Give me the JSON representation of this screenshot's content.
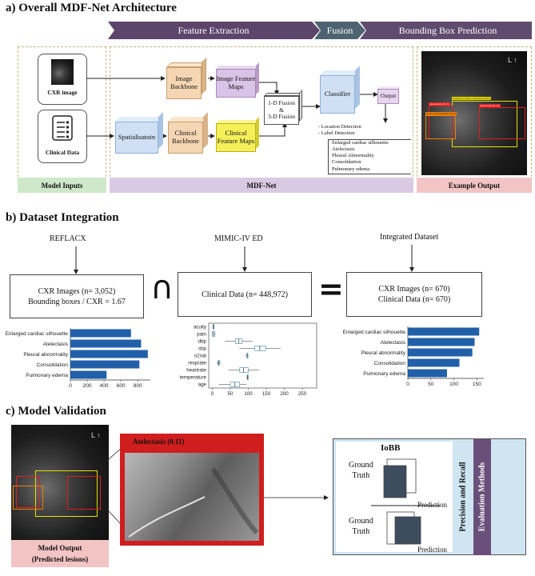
{
  "sections": {
    "a_title": "a) Overall MDF-Net Architecture",
    "b_title": "b) Dataset Integration",
    "c_title": "c) Model Validation"
  },
  "stages": [
    "Feature Extraction",
    "Fusion",
    "Bounding Box Prediction"
  ],
  "colors": {
    "stage_feature": "#5c456b",
    "stage_fusion": "#4d6371",
    "stage_bbox": "#5f4b6e",
    "model_inputs_footer": "#cfe8c9",
    "mdfnet_footer": "#d9c9e2",
    "example_output_footer": "#f3c4c4",
    "bar_color": "#2160a8",
    "validation_panel": "#cfe6f2",
    "evaluation_side": "#6a4f7a"
  },
  "panel_a": {
    "inputs": {
      "cxr_label": "CXR image",
      "clinical_label": "Clinical Data",
      "footer": "Model Inputs"
    },
    "mdfnet": {
      "image_backbone": "Image Backbone",
      "image_feature_maps": "Image Feature Maps",
      "spatialisation": "Spatialisatoin",
      "clinical_backbone": "Clinical Backbone",
      "clinical_feature_maps": "Clinical Feature Maps",
      "fusion_line1": "1-D Fusion",
      "fusion_line2": "&",
      "fusion_line3": "3-D Fusion",
      "classifier": "Classifier",
      "output": "Output",
      "detection_items": [
        "- Location Detection",
        "- Label Detection"
      ],
      "labels": [
        "Enlarged cardiac silhouette",
        "Atelectasis",
        "Pleural Abnormality",
        "Consolidation",
        "Pulmonary edema"
      ],
      "footer": "MDF-Net"
    },
    "example": {
      "footer": "Example Output",
      "box_labels": [
        "Enlarged cardiac silhouette (0.61)",
        "Atelectasis (0.11)",
        "Pleural abnormality (0.11)",
        "Atelectasis (0.11)"
      ]
    }
  },
  "panel_b": {
    "sources": {
      "reflacx": "REFLACX",
      "mimic": "MIMIC-IV ED",
      "integrated": "Integrated Dataset"
    },
    "reflacx_box": [
      "CXR Images (n= 3,052)",
      "Bounding boxes / CXR = 1.67"
    ],
    "mimic_box": [
      "Clinical Data (n= 448,972)"
    ],
    "integrated_box": [
      "CXR Images (n= 670)",
      "Clinical Data (n= 670)"
    ],
    "intersect_symbol": "∩",
    "equals_symbol": "="
  },
  "chart_data": [
    {
      "type": "bar",
      "orientation": "horizontal",
      "categories": [
        "Enlarged cardiac silhouette",
        "Atelectasis",
        "Pleural abnormality",
        "Consolidation",
        "Pulmonary edema"
      ],
      "values": [
        720,
        840,
        920,
        820,
        430
      ],
      "xlim": [
        0,
        950
      ],
      "xticks": [
        0,
        200,
        400,
        600,
        800
      ]
    },
    {
      "type": "box",
      "orientation": "horizontal",
      "categories": [
        "acuity",
        "pain",
        "dbp",
        "sbp",
        "o2sat",
        "resprate",
        "heartrate",
        "temperature",
        "age"
      ],
      "boxes": [
        {
          "q1": 2,
          "med": 3,
          "q3": 3,
          "lo": 1,
          "hi": 5
        },
        {
          "q1": 0,
          "med": 3,
          "q3": 7,
          "lo": 0,
          "hi": 10
        },
        {
          "q1": 64,
          "med": 73,
          "q3": 83,
          "lo": 35,
          "hi": 112
        },
        {
          "q1": 118,
          "med": 132,
          "q3": 148,
          "lo": 75,
          "hi": 190
        },
        {
          "q1": 95,
          "med": 98,
          "q3": 99,
          "lo": 91,
          "hi": 100
        },
        {
          "q1": 16,
          "med": 18,
          "q3": 20,
          "lo": 12,
          "hi": 24
        },
        {
          "q1": 76,
          "med": 87,
          "q3": 100,
          "lo": 45,
          "hi": 130
        },
        {
          "q1": 97,
          "med": 98,
          "q3": 99,
          "lo": 95,
          "hi": 101
        },
        {
          "q1": 50,
          "med": 63,
          "q3": 76,
          "lo": 18,
          "hi": 95
        }
      ],
      "xlim": [
        -10,
        290
      ],
      "xticks": [
        0,
        50,
        100,
        150,
        200,
        250
      ]
    },
    {
      "type": "bar",
      "orientation": "horizontal",
      "categories": [
        "Enlarged cardiac silhouette",
        "Atelectasis",
        "Pleural abnormality",
        "Consolidation",
        "Pulmonary edema"
      ],
      "values": [
        155,
        145,
        140,
        112,
        85
      ],
      "xlim": [
        0,
        165
      ],
      "xticks": [
        0,
        50,
        100,
        150
      ]
    }
  ],
  "panel_c": {
    "zoom_label": "Atelectasis (0.11)",
    "footer_line1": "Model Output",
    "footer_line2": "(Predicted lesions)",
    "iobb": "IoBB",
    "ground_truth": [
      "Ground",
      "Truth"
    ],
    "prediction": "Prediction",
    "precision_recall": "Precision and Recall",
    "evaluation_methods": "Evaluation Methods"
  }
}
